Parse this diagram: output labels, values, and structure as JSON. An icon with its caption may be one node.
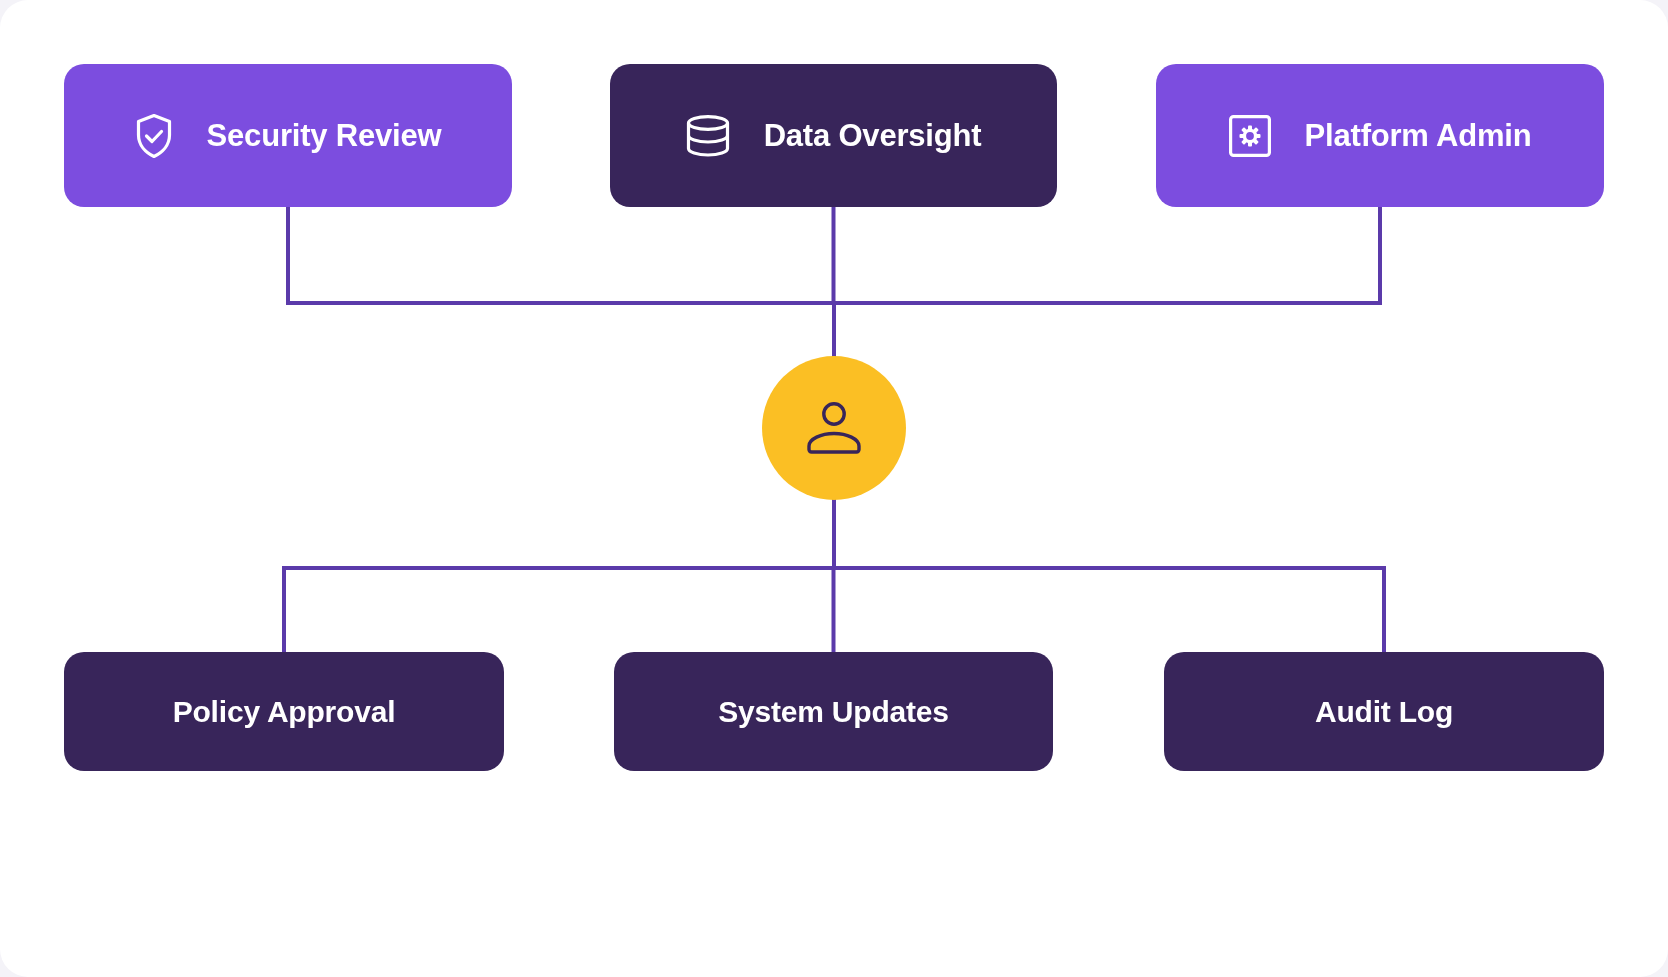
{
  "diagram": {
    "nodes": [
      {
        "text": [
          "Security Review"
        ]
      },
      {
        "text": [
          "Data Oversight"
        ]
      },
      {
        "text": [
          "Platform Admin"
        ]
      },
      {
        "text": [],
        "shape": "circle"
      },
      {
        "text": [
          "Policy Approval"
        ]
      },
      {
        "text": [
          "System Updates"
        ]
      },
      {
        "text": [
          "Audit Log"
        ]
      }
    ],
    "edges": [
      {
        "from": 0,
        "to": 3,
        "arrow": "none"
      },
      {
        "from": 1,
        "to": 3,
        "arrow": "none"
      },
      {
        "from": 2,
        "to": 3,
        "arrow": "none"
      },
      {
        "from": 3,
        "to": 4,
        "arrow": "none"
      },
      {
        "from": 3,
        "to": 5,
        "arrow": "none"
      },
      {
        "from": 3,
        "to": 6,
        "arrow": "none"
      }
    ]
  }
}
